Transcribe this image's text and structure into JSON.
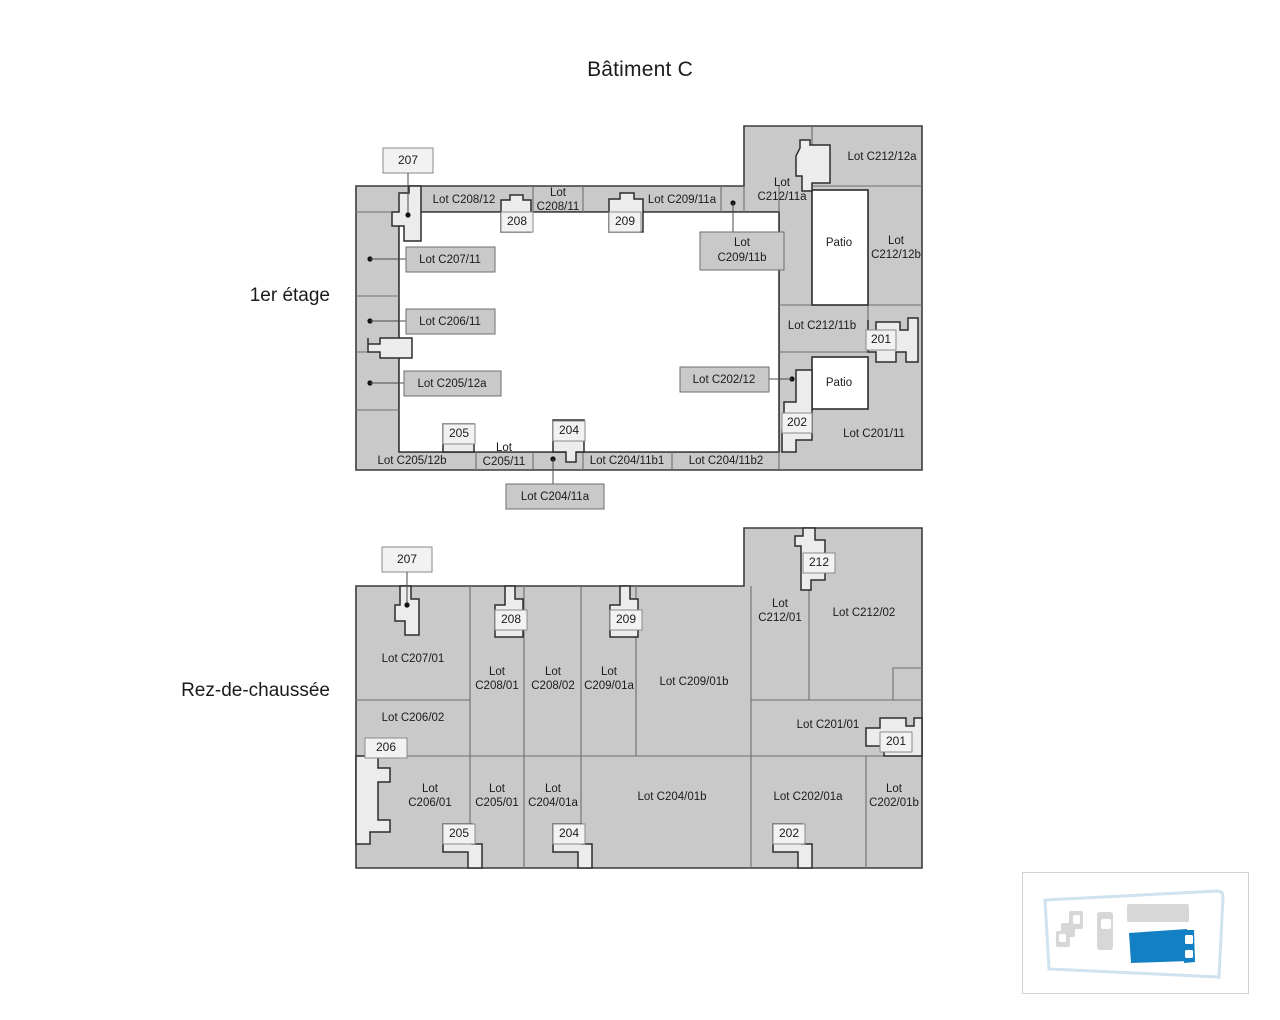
{
  "title": "Bâtiment C",
  "floors": [
    {
      "id": "first-floor",
      "caption": "1er étage",
      "lots": [
        {
          "key": "c208_12",
          "label": "Lot C208/12"
        },
        {
          "key": "c208_11",
          "label": "Lot\nC208/11"
        },
        {
          "key": "c209_11a",
          "label": "Lot C209/11a"
        },
        {
          "key": "c212_11a",
          "label": "Lot\nC212/11a"
        },
        {
          "key": "c212_12a",
          "label": "Lot C212/12a"
        },
        {
          "key": "c212_12b",
          "label": "Lot\nC212/12b"
        },
        {
          "key": "c212_11b",
          "label": "Lot C212/11b"
        },
        {
          "key": "c201_11",
          "label": "Lot C201/11"
        },
        {
          "key": "c205_12b",
          "label": "Lot C205/12b"
        },
        {
          "key": "c205_11",
          "label": "Lot\nC205/11"
        },
        {
          "key": "c204_11b1",
          "label": "Lot C204/11b1"
        },
        {
          "key": "c204_11b2",
          "label": "Lot C204/11b2"
        },
        {
          "key": "patio_n",
          "label": "Patio"
        },
        {
          "key": "patio_s",
          "label": "Patio"
        }
      ],
      "callouts": [
        {
          "key": "c207_11",
          "label": "Lot C207/11"
        },
        {
          "key": "c206_11",
          "label": "Lot C206/11"
        },
        {
          "key": "c205_12a",
          "label": "Lot C205/12a"
        },
        {
          "key": "c209_11b",
          "label": "Lot\nC209/11b"
        },
        {
          "key": "c202_12",
          "label": "Lot C202/12"
        },
        {
          "key": "c204_11a",
          "label": "Lot C204/11a"
        }
      ],
      "rooms": [
        {
          "key": "r207",
          "label": "207"
        },
        {
          "key": "r208",
          "label": "208"
        },
        {
          "key": "r209",
          "label": "209"
        },
        {
          "key": "r205",
          "label": "205"
        },
        {
          "key": "r204",
          "label": "204"
        },
        {
          "key": "r202",
          "label": "202"
        },
        {
          "key": "r201",
          "label": "201"
        }
      ]
    },
    {
      "id": "ground-floor",
      "caption": "Rez-de-chaussée",
      "lots": [
        {
          "key": "c207_01",
          "label": "Lot C207/01"
        },
        {
          "key": "c208_01",
          "label": "Lot\nC208/01"
        },
        {
          "key": "c208_02",
          "label": "Lot\nC208/02"
        },
        {
          "key": "c209_01a",
          "label": "Lot\nC209/01a"
        },
        {
          "key": "c209_01b",
          "label": "Lot C209/01b"
        },
        {
          "key": "c212_01",
          "label": "Lot\nC212/01"
        },
        {
          "key": "c212_02",
          "label": "Lot C212/02"
        },
        {
          "key": "c206_02",
          "label": "Lot C206/02"
        },
        {
          "key": "c201_01",
          "label": "Lot C201/01"
        },
        {
          "key": "c206_01",
          "label": "Lot\nC206/01"
        },
        {
          "key": "c205_01",
          "label": "Lot\nC205/01"
        },
        {
          "key": "c204_01a",
          "label": "Lot\nC204/01a"
        },
        {
          "key": "c204_01b",
          "label": "Lot C204/01b"
        },
        {
          "key": "c202_01a",
          "label": "Lot C202/01a"
        },
        {
          "key": "c202_01b",
          "label": "Lot\nC202/01b"
        }
      ],
      "callouts": [],
      "rooms": [
        {
          "key": "r207",
          "label": "207"
        },
        {
          "key": "r208",
          "label": "208"
        },
        {
          "key": "r209",
          "label": "209"
        },
        {
          "key": "r212",
          "label": "212"
        },
        {
          "key": "r206",
          "label": "206"
        },
        {
          "key": "r205",
          "label": "205"
        },
        {
          "key": "r204",
          "label": "204"
        },
        {
          "key": "r202",
          "label": "202"
        },
        {
          "key": "r201",
          "label": "201"
        }
      ]
    }
  ],
  "minimap": {
    "name": "site-overview",
    "highlight_color": "#1380c4",
    "building_color": "#d7d7d7",
    "site_outline_color": "#cfe2ee"
  },
  "colors": {
    "slab_fill": "#c9c9c9",
    "slab_stroke": "#3c3c3c",
    "core_fill": "#ececec",
    "void_fill": "#ffffff",
    "callout_fill": "#c9c9c9",
    "text": "#1b1b1b"
  }
}
